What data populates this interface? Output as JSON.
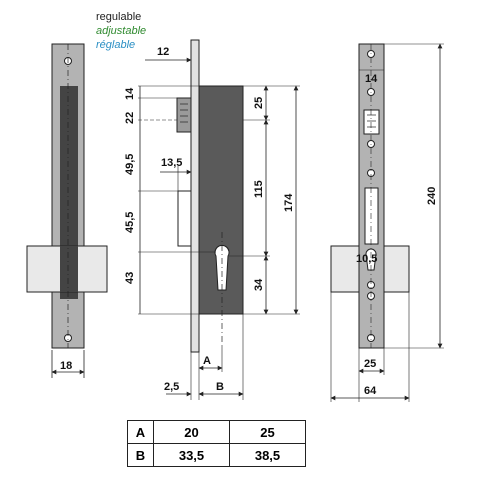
{
  "legend": {
    "es": "regulable",
    "en": "adjustable",
    "fr": "réglable"
  },
  "dimensions": {
    "faceplate_width": "18",
    "backset_top": "12",
    "top_offset": "14",
    "spacing_22": "22",
    "spacing_25": "25",
    "latch_height": "49,5",
    "latch_depth": "13,5",
    "latch_section": "45,5",
    "lower_section": "43",
    "center_distance": "115",
    "case_height": "174",
    "cylinder_offset": "34",
    "dim_a": "A",
    "dim_b": "B",
    "faceplate_thickness": "2,5",
    "strike_top": "14",
    "strike_opening": "10,5",
    "strike_width": "25",
    "strike_total": "64",
    "total_height": "240"
  },
  "colors": {
    "plate": "#b3b3b3",
    "case": "#5a5a5a",
    "keeper": "#e8e8e8",
    "line": "#222222",
    "legend_en": "#2f8a2f",
    "legend_fr": "#2a8fc4"
  },
  "table": {
    "rows": [
      {
        "label": "A",
        "v1": "20",
        "v2": "25"
      },
      {
        "label": "B",
        "v1": "33,5",
        "v2": "38,5"
      }
    ]
  }
}
